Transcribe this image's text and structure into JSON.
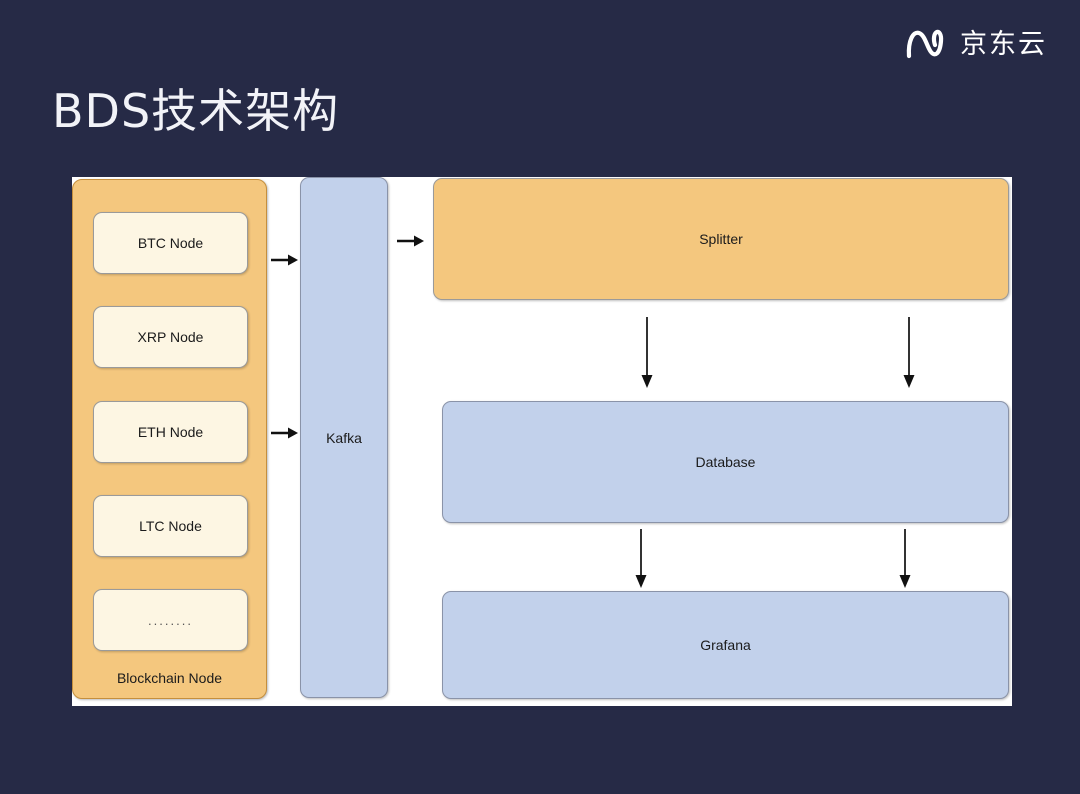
{
  "brand": {
    "logo_icon": "jd-cloud-logo-icon",
    "name": "京东云"
  },
  "slide": {
    "title": "BDS技术架构",
    "background_color": "#262a46",
    "canvas_color": "#ffffff"
  },
  "colors": {
    "orange_fill": "#f4c77e",
    "blue_fill": "#c2d1eb",
    "cream_fill": "#fdf6e3",
    "orange_border": "#c58f3d",
    "gray_border": "#9a9a9a",
    "text": "#1b1b1b"
  },
  "diagram": {
    "blockchain_group": {
      "label": "Blockchain Node",
      "nodes": [
        {
          "label": "BTC Node"
        },
        {
          "label": "XRP Node"
        },
        {
          "label": "ETH Node"
        },
        {
          "label": "LTC Node"
        },
        {
          "label": "........"
        }
      ]
    },
    "kafka": {
      "label": "Kafka"
    },
    "splitter": {
      "label": "Splitter"
    },
    "database": {
      "label": "Database"
    },
    "grafana": {
      "label": "Grafana"
    },
    "arrows": [
      {
        "name": "btc-to-kafka-arrow",
        "direction": "right"
      },
      {
        "name": "eth-to-kafka-arrow",
        "direction": "right"
      },
      {
        "name": "kafka-to-splitter-arrow",
        "direction": "right"
      },
      {
        "name": "splitter-to-database-arrow-left",
        "direction": "down"
      },
      {
        "name": "splitter-to-database-arrow-right",
        "direction": "down"
      },
      {
        "name": "database-to-grafana-arrow-left",
        "direction": "down"
      },
      {
        "name": "database-to-grafana-arrow-right",
        "direction": "down"
      }
    ]
  }
}
